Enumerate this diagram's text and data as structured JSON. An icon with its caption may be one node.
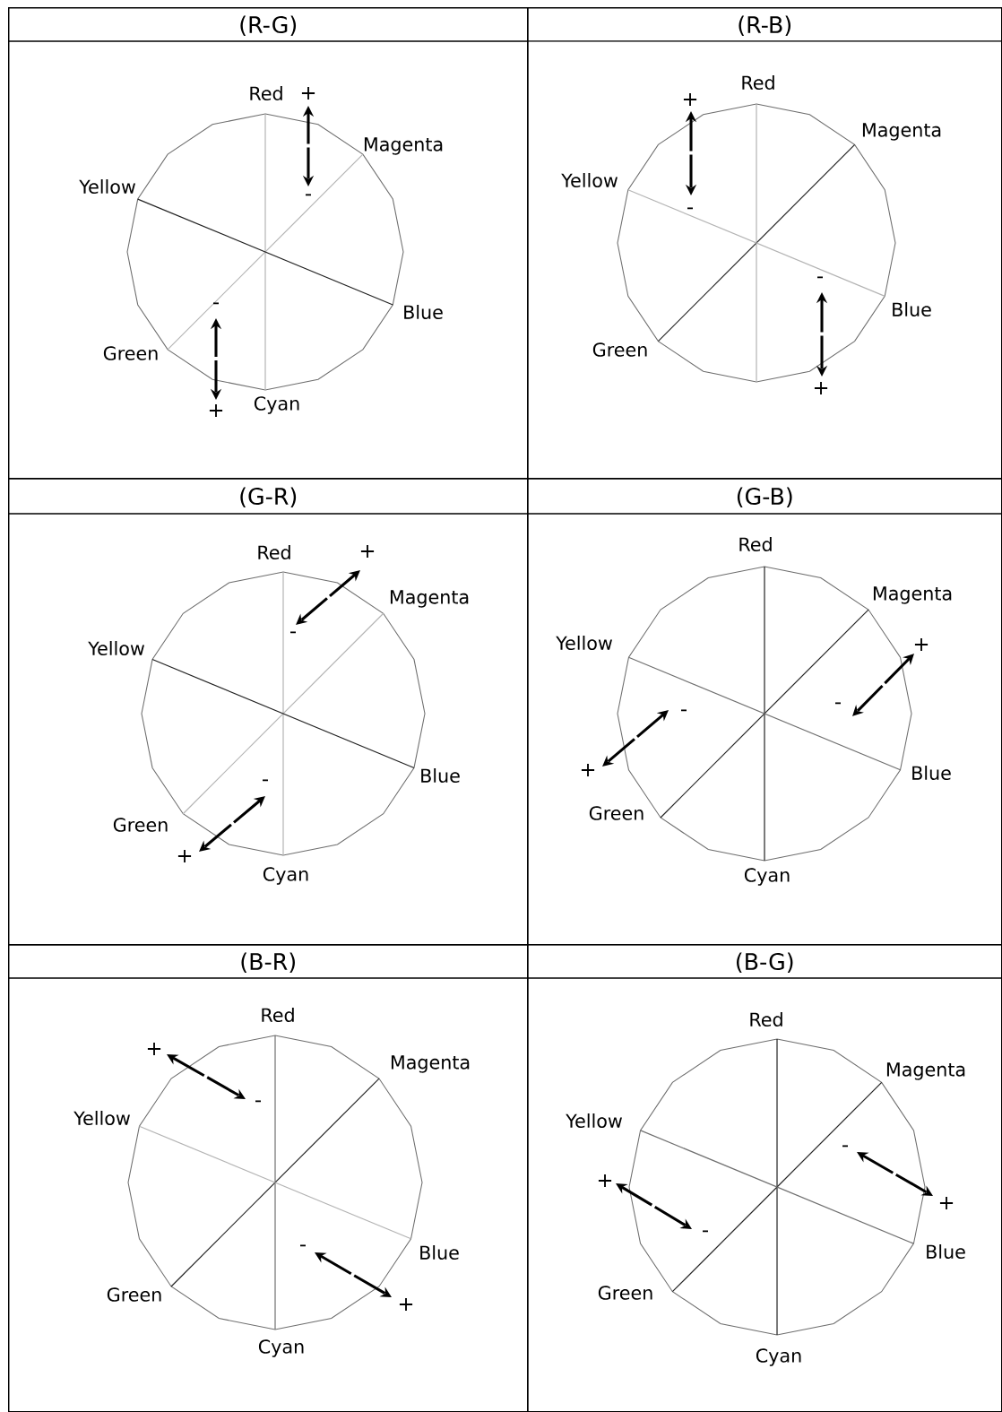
{
  "diagram": {
    "nodes": [
      {
        "text": [
          "(R-G)"
        ]
      },
      {
        "text": [
          "(R-B)"
        ]
      },
      {
        "text": [
          "(G-R)"
        ]
      },
      {
        "text": [
          "(G-B)"
        ]
      },
      {
        "text": [
          "(B-R)"
        ]
      },
      {
        "text": [
          "(B-G)"
        ]
      }
    ],
    "labels": [
      "Red",
      "+",
      "Magenta",
      "Yellow",
      "-",
      "-",
      "Blue",
      "Green",
      "Cyan",
      "+",
      "Red",
      "+",
      "Magenta",
      "Yellow",
      "-",
      "-",
      "Blue",
      "Green",
      "+",
      "Red",
      "+",
      "Magenta",
      "-",
      "Yellow",
      "Blue",
      "-",
      "Green",
      "+",
      "Cyan",
      "Red",
      "Magenta",
      "Yellow",
      "+",
      "-",
      "-",
      "+",
      "Blue",
      "Green",
      "Cyan",
      "Red",
      "+",
      "Magenta",
      "-",
      "Yellow",
      "-",
      "Blue",
      "Green",
      "+",
      "Cyan",
      "Red",
      "Magenta",
      "Yellow",
      "-",
      "+",
      "+",
      "-",
      "Blue",
      "Green",
      "Cyan"
    ]
  }
}
